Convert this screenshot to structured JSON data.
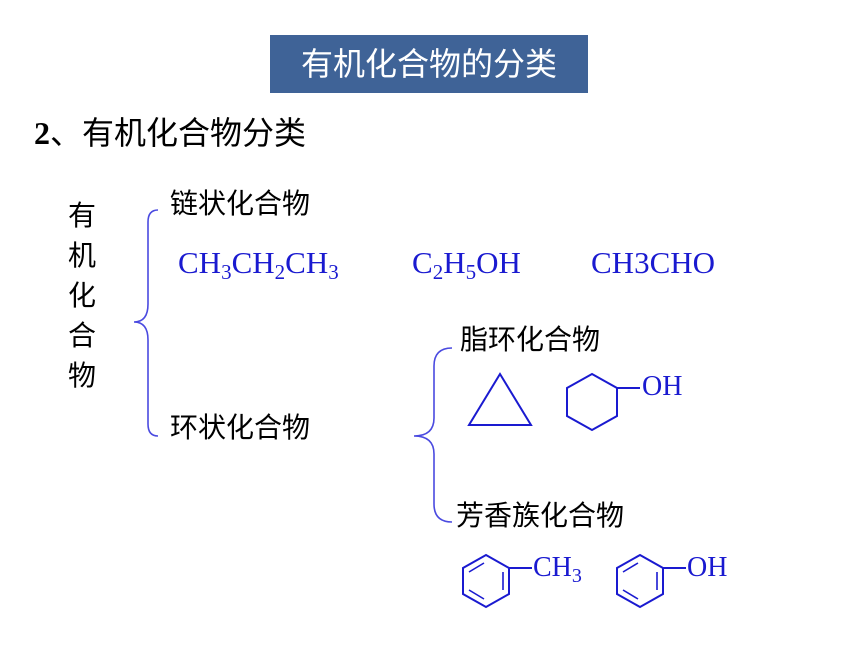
{
  "slide": {
    "title": "有机化合物的分类",
    "subtitle_num": "2",
    "subtitle_text": "、有机化合物分类",
    "vertical_label": [
      "有",
      "机",
      "化",
      "合",
      "物"
    ],
    "chain": {
      "label": "链状化合物",
      "formulas": [
        {
          "parts": [
            [
              "CH",
              ""
            ],
            [
              "3",
              "sub"
            ],
            [
              "CH",
              ""
            ],
            [
              "2",
              "sub"
            ],
            [
              "CH",
              ""
            ],
            [
              "3",
              "sub"
            ]
          ]
        },
        {
          "parts": [
            [
              "C",
              ""
            ],
            [
              "2",
              "sub"
            ],
            [
              "H",
              ""
            ],
            [
              "5",
              "sub"
            ],
            [
              "OH",
              ""
            ]
          ]
        },
        {
          "text": "CH3CHO"
        }
      ]
    },
    "ring": {
      "label": "环状化合物",
      "alicyclic": {
        "label": "脂环化合物",
        "oh_label": "OH"
      },
      "aromatic": {
        "label": "芳香族化合物",
        "ch3_base": "CH",
        "ch3_sub": "3",
        "oh_label": "OH"
      }
    },
    "colors": {
      "title_bg": "#3f6397",
      "formula": "#1a1ad0",
      "text": "#000000"
    }
  }
}
